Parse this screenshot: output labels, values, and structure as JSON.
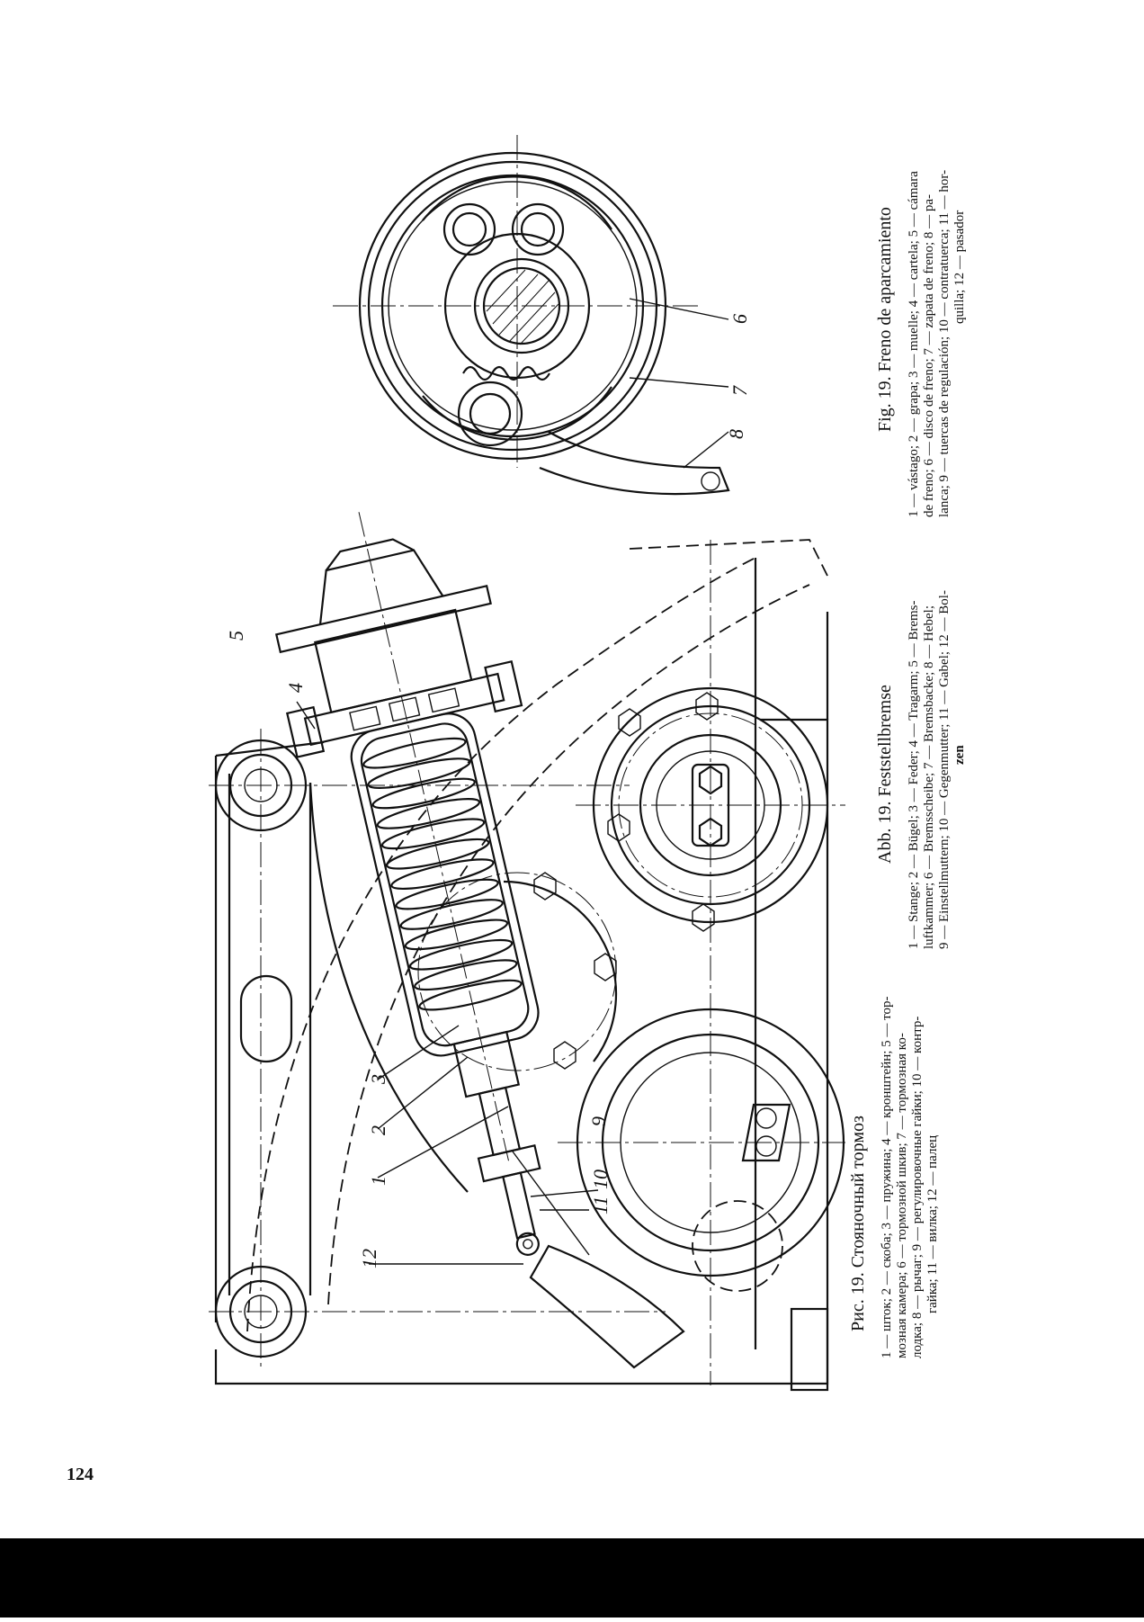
{
  "page": {
    "number": "124"
  },
  "captions": {
    "ru": {
      "title": "Рис. 19. Стояночный тормоз",
      "legend_lines": [
        "1 — шток; 2 — скоба; 3 — пружина; 4 — кронштейн; 5 — тор-",
        "мозная камера; 6 — тормозной шкив; 7 — тормозная ко-",
        "лодка; 8 — рычаг; 9 — регулировочные гайки; 10 — контр-",
        "гайка; 11 — вилка; 12 — палец"
      ]
    },
    "de": {
      "title": "Abb. 19. Feststellbremse",
      "legend_lines": [
        "1 — Stange; 2 — Bügel; 3 — Feder; 4 — Tragarm; 5 — Brems-",
        "luftkammer; 6 — Bremsscheibe; 7 — Bremsbacke; 8 — Hebel;",
        "9 — Einstellmuttern; 10 — Gegenmutter; 11 — Gabel; 12 — Bol-",
        "zen"
      ]
    },
    "es": {
      "title": "Fig. 19. Freno de aparcamiento",
      "legend_lines": [
        "1 — vástago; 2 — grapa; 3 — muelle; 4 — cartela; 5 — cámara",
        "de freno; 6 — disco de freno; 7 — zapata de freno; 8 — pa-",
        "lanca; 9 — tuercas de regulación; 10 — contratuerca; 11 — hor-",
        "quilla; 12 — pasador"
      ]
    }
  },
  "callouts": [
    "1",
    "2",
    "3",
    "4",
    "5",
    "6",
    "7",
    "8",
    "9",
    "10",
    "11",
    "12"
  ]
}
